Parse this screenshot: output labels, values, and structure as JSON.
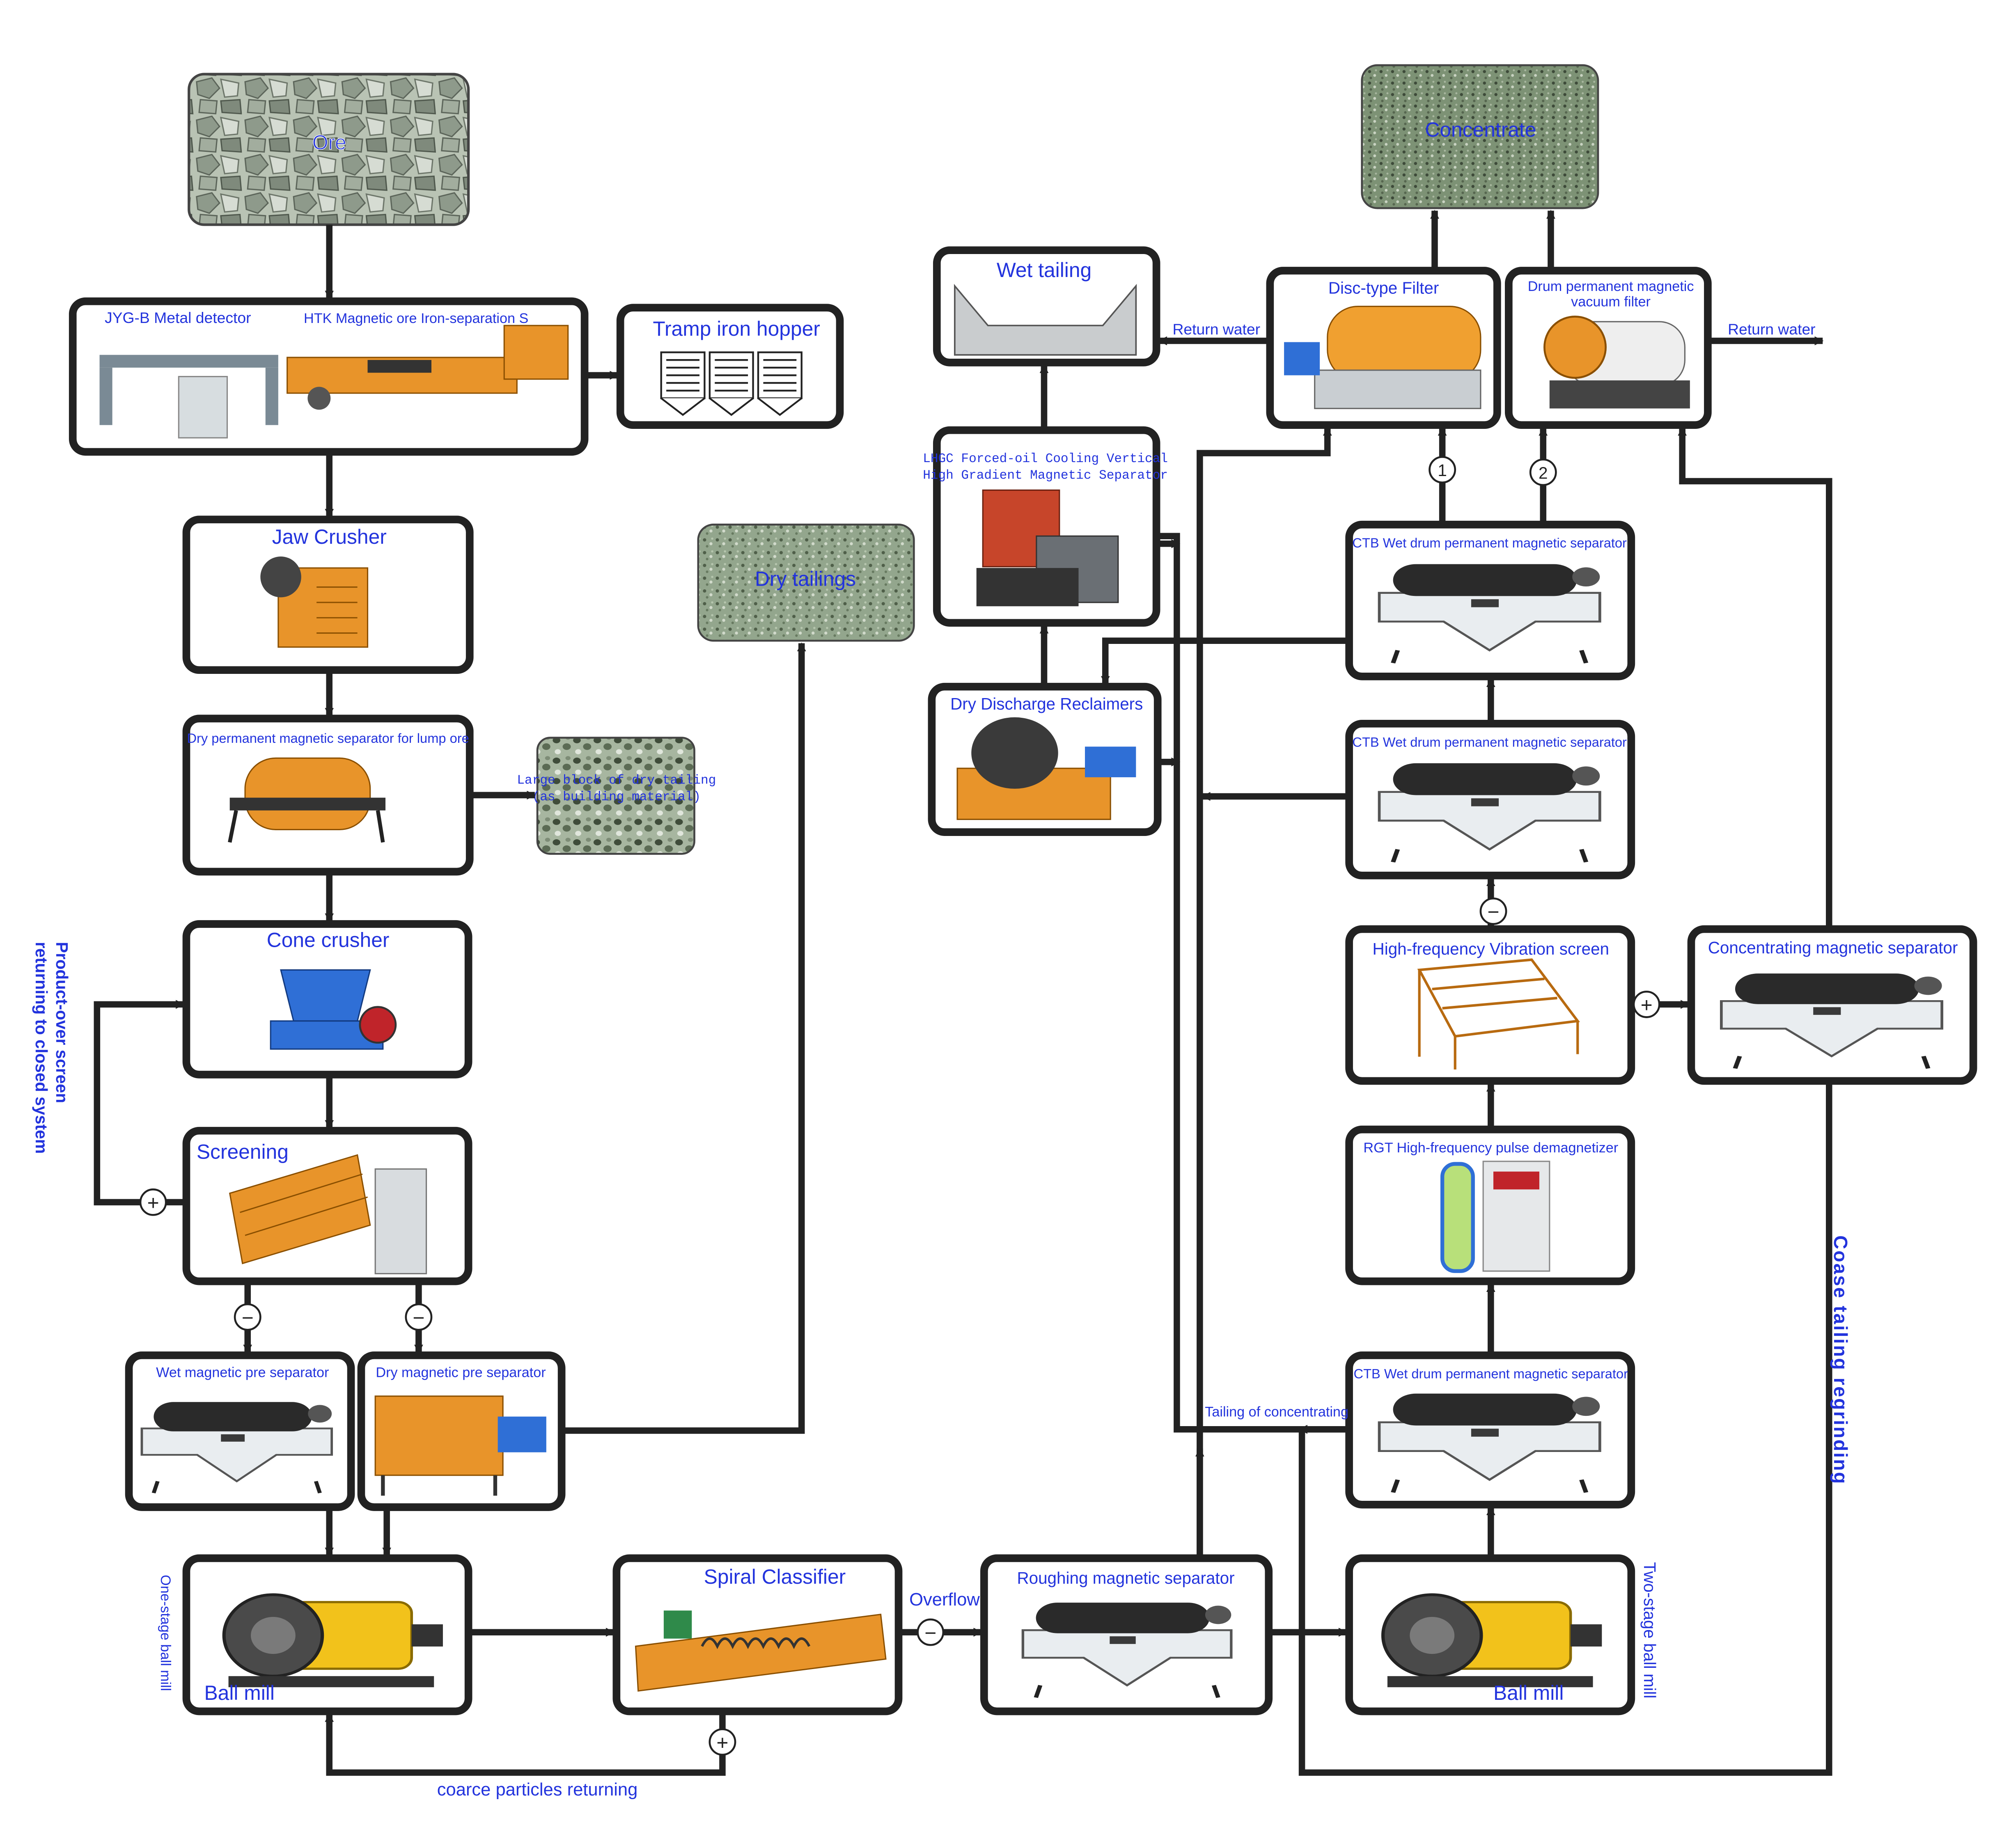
{
  "nodes": {
    "ore": "Ore",
    "jyg": "JYG-B Metal detector",
    "htk": "HTK Magnetic ore Iron-separation S",
    "tramp": "Tramp iron hopper",
    "jaw": "Jaw Crusher",
    "dry_lump": "Dry permanent magnetic separator for lump ore",
    "large_block_1": "Large block of dry tailing",
    "large_block_2": "(as building material)",
    "cone": "Cone crusher",
    "screening": "Screening",
    "wet_pre": "Wet magnetic pre separator",
    "dry_pre": "Dry magnetic pre separator",
    "ball_mill_1": "Ball mill",
    "spiral": "Spiral Classifier",
    "roughing": "Roughing magnetic separator",
    "ball_mill_2": "Ball mill",
    "dry_tailings": "Dry tailings",
    "wet_tailing": "Wet tailing",
    "lhgc_1": "LHGC Forced-oil Cooling Vertical",
    "lhgc_2": "High Gradient Magnetic Separator",
    "dry_discharge": "Dry Discharge Reclaimers",
    "concentrate": "Concentrate",
    "disc_filter": "Disc-type Filter",
    "drum_filter_1": "Drum permanent magnetic",
    "drum_filter_2": "vacuum filter",
    "ctb_top": "CTB Wet drum permanent magnetic separator",
    "ctb_mid": "CTB Wet drum permanent magnetic separator",
    "hf_screen": "High-frequency Vibration screen",
    "concentrating": "Concentrating magnetic separator",
    "rgt": "RGT High-frequency pulse demagnetizer",
    "ctb_bottom": "CTB Wet drum permanent magnetic separator"
  },
  "labels": {
    "product_over_1": "Product-over screen",
    "product_over_2": "returning to closed system",
    "one_stage": "One-stage ball mill",
    "two_stage": "Two-stage ball mill",
    "coarse_returning": "coarce particles returning",
    "overflow": "Overflow",
    "return_water_left": "Return water",
    "return_water_right": "Return water",
    "tailing_concentrating": "Tailing of concentrating",
    "coarse_regrinding": "Coase tailing regrinding"
  },
  "markers": {
    "plus": "+",
    "minus": "−",
    "circle_1": "1",
    "circle_2": "2"
  },
  "colors": {
    "label_blue": "#2233dd",
    "line": "#222222",
    "machine_orange": "#e8942a",
    "machine_yellow": "#f2c21b",
    "machine_blue": "#2f6fd6",
    "drum_white": "#e9edf0",
    "drum_dark": "#2a2a2a"
  }
}
